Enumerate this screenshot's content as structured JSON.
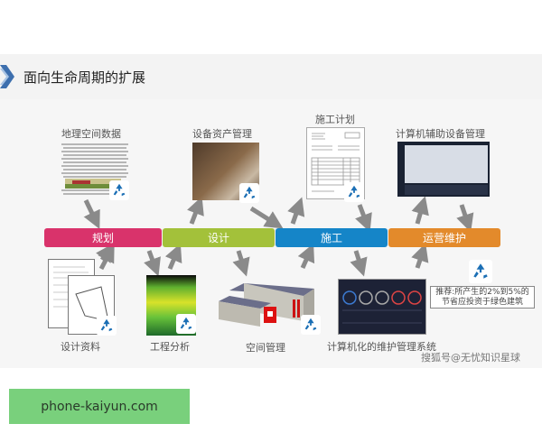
{
  "slide": {
    "title": "面向生命周期的扩展",
    "phases": [
      {
        "label": "规划",
        "color": "#d9336b"
      },
      {
        "label": "设计",
        "color": "#a3c13a"
      },
      {
        "label": "施工",
        "color": "#1585c8"
      },
      {
        "label": "运营维护",
        "color": "#e38a2b"
      }
    ],
    "top_items": [
      {
        "label": "地理空间数据",
        "icon": "layered-map-stack"
      },
      {
        "label": "设备资产管理",
        "icon": "worker-photo"
      },
      {
        "label": "施工计划",
        "icon": "document-form"
      },
      {
        "label": "计算机辅助设备管理",
        "icon": "cad-screen"
      }
    ],
    "bottom_items": [
      {
        "label": "设计资料",
        "icon": "design-documents"
      },
      {
        "label": "工程分析",
        "icon": "thermal-building"
      },
      {
        "label": "空间管理",
        "icon": "3d-building"
      },
      {
        "label": "计算机化的维护管理系统",
        "icon": "dashboard-screen"
      }
    ],
    "note": {
      "line1": "推荐:所产生的2%到5%的",
      "line2": "节省应投资于绿色建筑"
    },
    "watermark": "搜狐号@无忧知识星球",
    "accent_color": "#1b6fb5"
  },
  "footer": {
    "banner_text": "phone-kaiyun.com",
    "banner_color": "#79d07c"
  }
}
